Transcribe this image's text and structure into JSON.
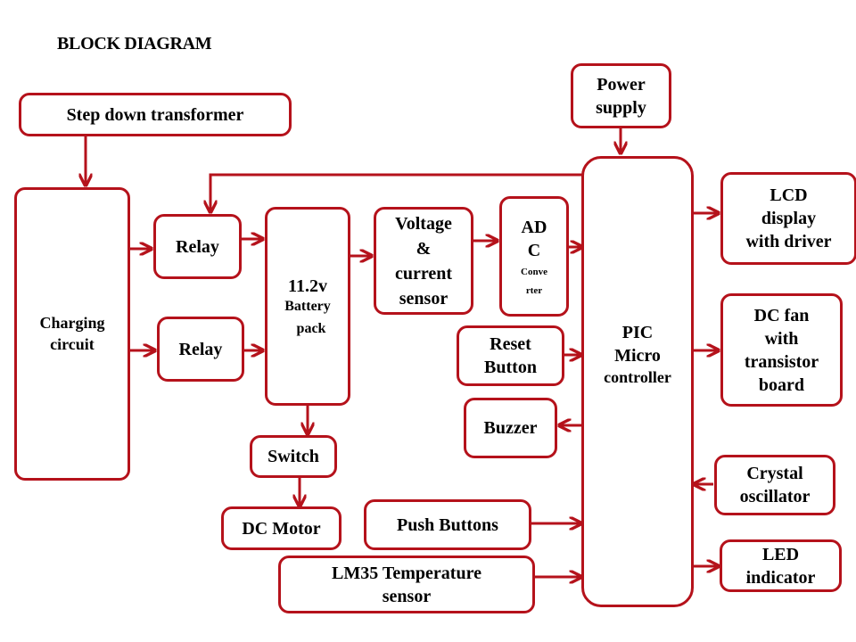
{
  "title": "BLOCK DIAGRAM",
  "colors": {
    "stroke": "#b5121b",
    "text": "#000000",
    "background": "#ffffff"
  },
  "blocks": {
    "step_down_transformer": {
      "line1": "Step down transformer"
    },
    "charging_circuit": {
      "line1": "Charging",
      "line2": "circuit"
    },
    "relay_1": {
      "line1": "Relay"
    },
    "relay_2": {
      "line1": "Relay"
    },
    "battery_pack": {
      "line1": "11.2v",
      "line2": "Battery",
      "line3": "pack"
    },
    "voltage_current_sensor": {
      "line1": "Voltage",
      "line2": "&",
      "line3": "current",
      "line4": "sensor"
    },
    "adc_converter": {
      "line1": "AD",
      "line2": "C",
      "line3": "Conve",
      "line4": "rter"
    },
    "power_supply": {
      "line1": "Power",
      "line2": "supply"
    },
    "pic_microcontroller": {
      "line1": "PIC",
      "line2": "Micro",
      "line3": "controller"
    },
    "lcd_display": {
      "line1": "LCD",
      "line2": "display",
      "line3": "with driver"
    },
    "dc_fan": {
      "line1": "DC fan",
      "line2": "with",
      "line3": "transistor",
      "line4": "board"
    },
    "reset_button": {
      "line1": "Reset",
      "line2": "Button"
    },
    "buzzer": {
      "line1": "Buzzer"
    },
    "switch": {
      "line1": "Switch"
    },
    "dc_motor": {
      "line1": "DC Motor"
    },
    "push_buttons": {
      "line1": "Push Buttons"
    },
    "crystal_oscillator": {
      "line1": "Crystal",
      "line2": "oscillator"
    },
    "lm35_sensor": {
      "line1": "LM35 Temperature",
      "line2": "sensor"
    },
    "led_indicator": {
      "line1": "LED",
      "line2": "indicator"
    }
  },
  "connections": [
    {
      "from": "step_down_transformer",
      "to": "charging_circuit"
    },
    {
      "from": "charging_circuit",
      "to": "relay_1"
    },
    {
      "from": "charging_circuit",
      "to": "relay_2"
    },
    {
      "from": "relay_1",
      "to": "battery_pack"
    },
    {
      "from": "relay_2",
      "to": "battery_pack"
    },
    {
      "from": "battery_pack",
      "to": "voltage_current_sensor"
    },
    {
      "from": "voltage_current_sensor",
      "to": "adc_converter"
    },
    {
      "from": "adc_converter",
      "to": "pic_microcontroller"
    },
    {
      "from": "pic_microcontroller",
      "to": "relay_1"
    },
    {
      "from": "power_supply",
      "to": "pic_microcontroller"
    },
    {
      "from": "pic_microcontroller",
      "to": "lcd_display"
    },
    {
      "from": "pic_microcontroller",
      "to": "dc_fan"
    },
    {
      "from": "reset_button",
      "to": "pic_microcontroller"
    },
    {
      "from": "pic_microcontroller",
      "to": "buzzer"
    },
    {
      "from": "crystal_oscillator",
      "to": "pic_microcontroller"
    },
    {
      "from": "pic_microcontroller",
      "to": "led_indicator"
    },
    {
      "from": "push_buttons",
      "to": "pic_microcontroller"
    },
    {
      "from": "lm35_sensor",
      "to": "pic_microcontroller"
    },
    {
      "from": "battery_pack",
      "to": "switch"
    },
    {
      "from": "switch",
      "to": "dc_motor"
    }
  ]
}
